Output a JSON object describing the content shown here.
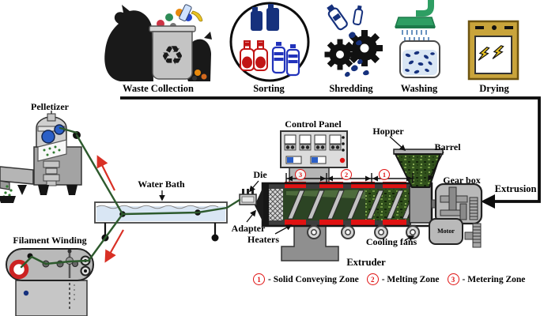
{
  "process_steps": [
    {
      "label": "Waste Collection"
    },
    {
      "label": "Sorting"
    },
    {
      "label": "Shredding"
    },
    {
      "label": "Washing"
    },
    {
      "label": "Drying"
    }
  ],
  "flow": {
    "extrusion": "Extrusion"
  },
  "labels": {
    "pelletizer": "Pelletizer",
    "water_bath": "Water Bath",
    "filament_winding": "Filament Winding",
    "control_panel": "Control Panel",
    "die": "Die",
    "adapter": "Adapter",
    "heaters": "Heaters",
    "hopper": "Hopper",
    "barrel": "Barrel",
    "gear_box": "Gear box",
    "motor": "Motor",
    "cooling_fans": "Cooling fans",
    "extruder": "Extruder"
  },
  "zones": {
    "markers": [
      {
        "num": "3"
      },
      {
        "num": "2"
      },
      {
        "num": "1"
      }
    ],
    "legend": [
      {
        "num": "1",
        "text": "- Solid Conveying Zone"
      },
      {
        "num": "2",
        "text": "- Melting Zone"
      },
      {
        "num": "3",
        "text": "- Metering Zone"
      }
    ]
  },
  "icons": {
    "recycle": "♻"
  },
  "colors": {
    "heater_red": "#e01212",
    "filament_green": "#2d5a2d",
    "arrow_red": "#d93025",
    "navy_blue": "#16317d",
    "bottle_red": "#c11515",
    "bottle_blue": "#2233bb",
    "shower_green": "#2e9e63",
    "oven_gold": "#c9a43b",
    "bolt_yellow": "#e8c222",
    "water_blue": "#d9e6f4",
    "pellet_green": "#31511c"
  }
}
